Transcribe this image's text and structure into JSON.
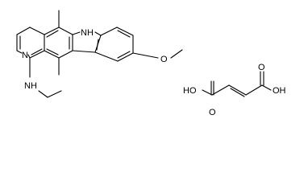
{
  "structures": {
    "main_molecule": {
      "atom_labels": {
        "n_pyridine": "N",
        "nh_indole": "NH",
        "nh_amine": "NH",
        "o_methoxy": "O"
      }
    },
    "fumaric_acid": {
      "atom_labels": {
        "left_acid_o_upper": "O",
        "left_acid_oh": "HO",
        "right_acid_o_upper": "O",
        "right_acid_oh": "OH"
      }
    }
  }
}
